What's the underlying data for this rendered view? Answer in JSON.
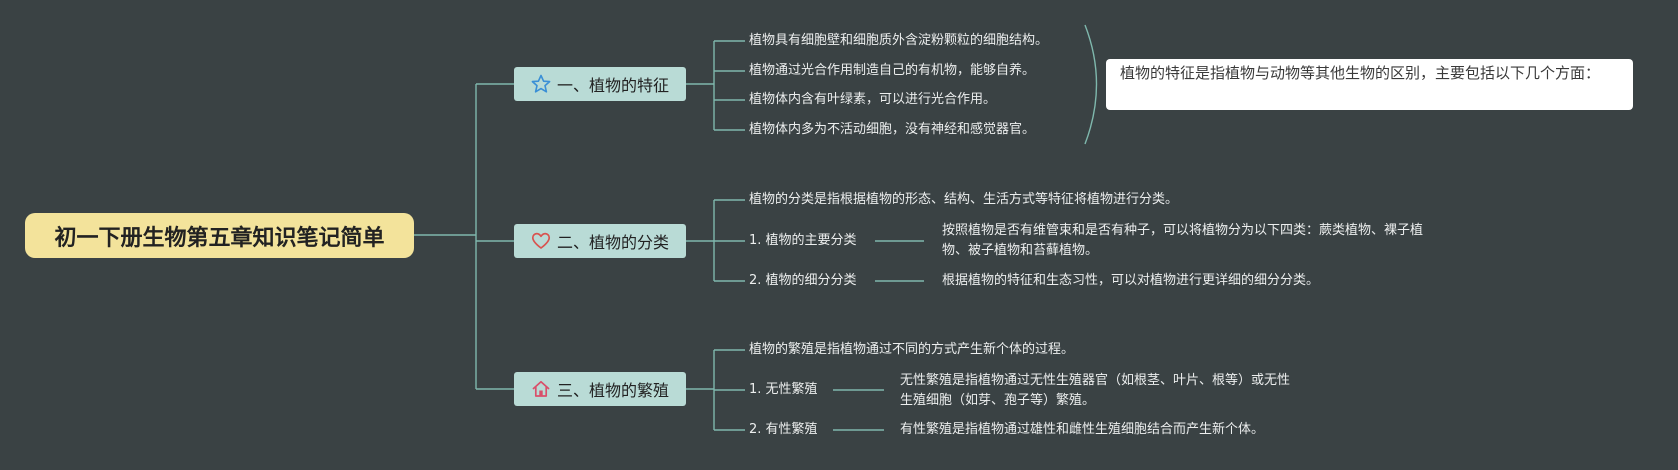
{
  "root": {
    "title": "初一下册生物第五章知识笔记简单"
  },
  "branches": [
    {
      "label": "一、植物的特征",
      "icon": "star-icon",
      "items": [
        "植物具有细胞壁和细胞质外含淀粉颗粒的细胞结构。",
        "植物通过光合作用制造自己的有机物，能够自养。",
        "植物体内含有叶绿素，可以进行光合作用。",
        "植物体内多为不活动细胞，没有神经和感觉器官。"
      ],
      "note": "植物的特征是指植物与动物等其他生物的区别，主要包括以下几个方面："
    },
    {
      "label": "二、植物的分类",
      "icon": "heart-icon",
      "intro": "植物的分类是指根据植物的形态、结构、生活方式等特征将植物进行分类。",
      "sub": [
        {
          "label": "1. 植物的主要分类",
          "detail": "按照植物是否有维管束和是否有种子，可以将植物分为以下四类：蕨类植物、裸子植物、被子植物和苔藓植物。"
        },
        {
          "label": "2. 植物的细分分类",
          "detail": "根据植物的特征和生态习性，可以对植物进行更详细的细分分类。"
        }
      ]
    },
    {
      "label": "三、植物的繁殖",
      "icon": "house-icon",
      "intro": "植物的繁殖是指植物通过不同的方式产生新个体的过程。",
      "sub": [
        {
          "label": "1. 无性繁殖",
          "detail": "无性繁殖是指植物通过无性生殖器官（如根茎、叶片、根等）或无性生殖细胞（如芽、孢子等）繁殖。"
        },
        {
          "label": "2. 有性繁殖",
          "detail": "有性繁殖是指植物通过雄性和雌性生殖细胞结合而产生新个体。"
        }
      ]
    }
  ],
  "colors": {
    "background": "#3a4244",
    "root_fill": "#f3e39b",
    "branch_fill": "#b9dbd6",
    "line": "#7fb8ad",
    "star_icon": "#3a8fd6",
    "heart_icon": "#d9534f",
    "house_icon": "#d94f6a"
  }
}
